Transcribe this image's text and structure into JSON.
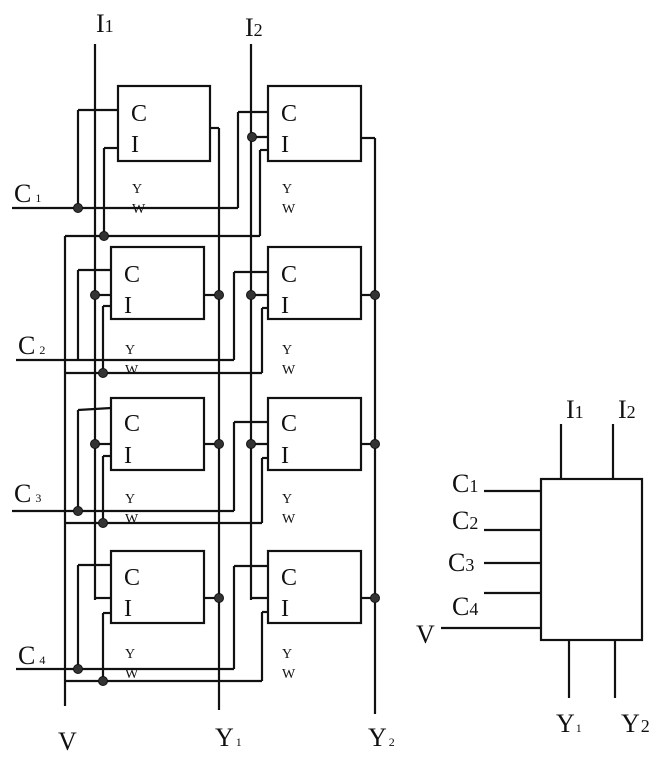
{
  "signals": {
    "i1": {
      "main": "I",
      "sub": "1"
    },
    "i2": {
      "main": "I",
      "sub": "2"
    },
    "c1": {
      "main": "C",
      "sub": "1"
    },
    "c2": {
      "main": "C",
      "sub": "2"
    },
    "c3": {
      "main": "C",
      "sub": "3"
    },
    "c4": {
      "main": "C",
      "sub": "4"
    },
    "v": {
      "main": "V"
    },
    "y1": {
      "main": "Y",
      "sub": "1"
    },
    "y2": {
      "main": "Y",
      "sub": "2"
    }
  },
  "cell": {
    "c": "C",
    "i": "I",
    "y": "Y",
    "w": "W"
  },
  "block": {
    "i1": {
      "main": "I",
      "sub": "1"
    },
    "i2": {
      "main": "I",
      "sub": "2"
    },
    "c1": {
      "main": "C",
      "sub": "1"
    },
    "c2": {
      "main": "C",
      "sub": "2"
    },
    "c3": {
      "main": "C",
      "sub": "3"
    },
    "c4": {
      "main": "C",
      "sub": "4"
    },
    "v": {
      "main": "V"
    },
    "y1": {
      "main": "Y",
      "sub": "1"
    },
    "y2": {
      "main": "Y",
      "sub": "2"
    }
  }
}
